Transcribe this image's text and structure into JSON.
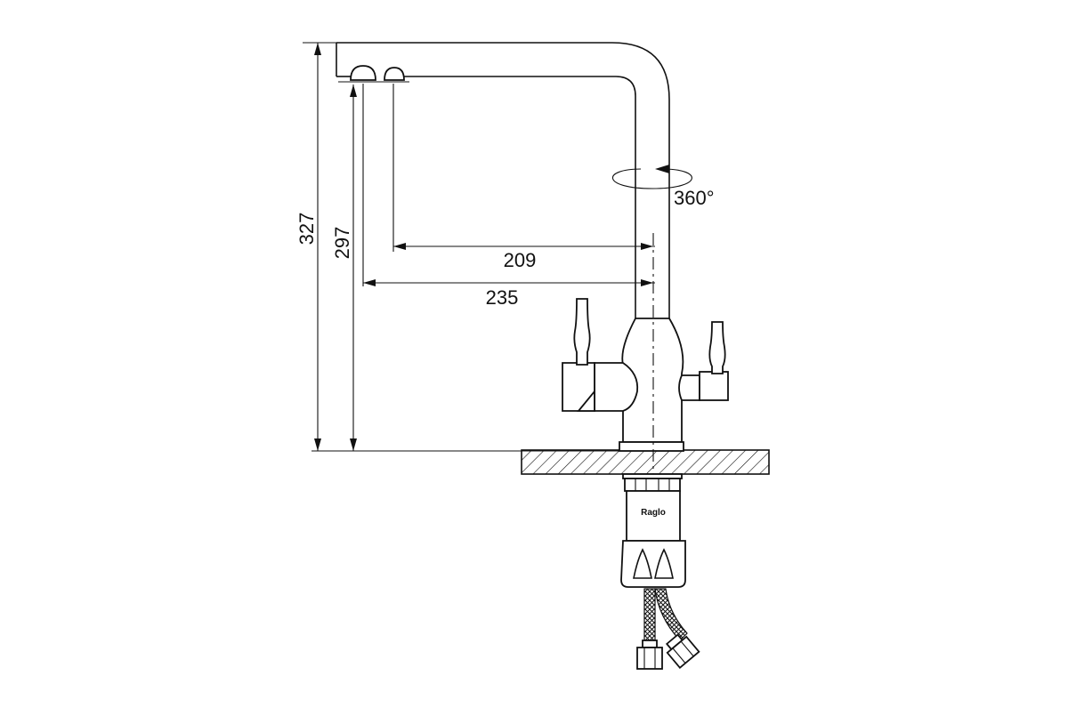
{
  "dimensions": {
    "total_height": "327",
    "spout_height": "297",
    "reach_inner": "209",
    "reach_outer": "235"
  },
  "rotation": {
    "label": "360°"
  },
  "brand": {
    "name": "Raglo"
  }
}
